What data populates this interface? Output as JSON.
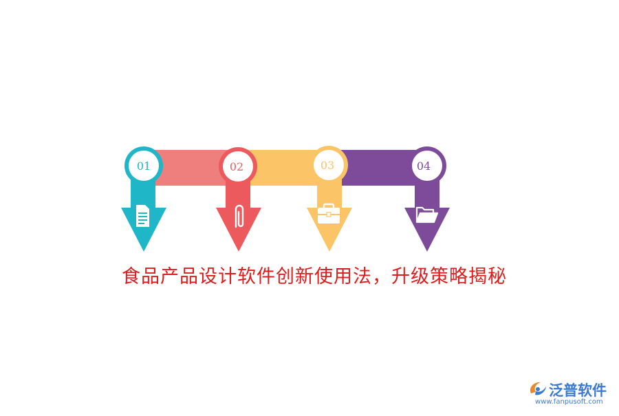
{
  "steps": [
    {
      "number": "01",
      "color": "#1fb6c8",
      "icon": "document-icon"
    },
    {
      "number": "02",
      "color": "#ec5a5d",
      "icon": "paperclip-icon"
    },
    {
      "number": "03",
      "color": "#fbc466",
      "icon": "briefcase-icon"
    },
    {
      "number": "04",
      "color": "#7d4b9a",
      "icon": "folder-icon"
    }
  ],
  "connector_colors": [
    "#ef7f7c",
    "#fbc466",
    "#7d4b9a"
  ],
  "title": "食品产品设计软件创新使用法，升级策略揭秘",
  "brand": {
    "name": "泛普软件",
    "url": "www.fanpusoft.com",
    "color": "#3a7ad0"
  }
}
